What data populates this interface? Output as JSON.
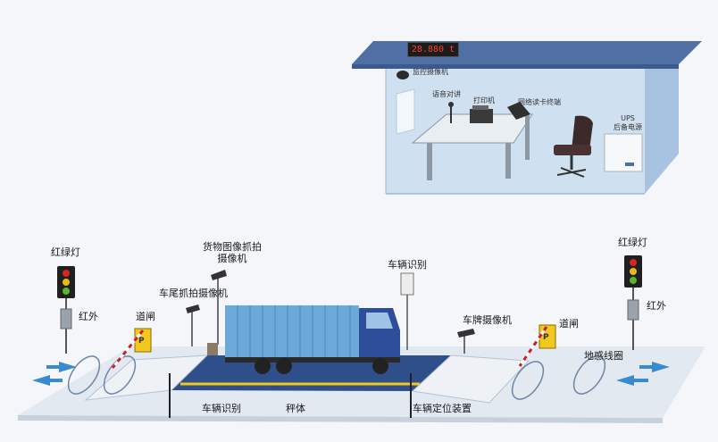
{
  "colors": {
    "background": "#f4f6f9",
    "building_wall": "#cfe0f0",
    "roof": "#4f6fa5",
    "scale_platform": "#2e4f8a",
    "ground": "#e3e9f1",
    "container": "#6aa9d8",
    "truck_cab": "#2d4f9a",
    "flow_arrow": "#3a8ad0",
    "barrier_stripe": "#c8202a",
    "light_red": "#d7261e",
    "light_yellow": "#e8b81c",
    "light_green": "#58b52c"
  },
  "display": {
    "value": "28.880 t"
  },
  "building": {
    "labels": {
      "camera": "监控摄像机",
      "voice": "语音对讲",
      "printer": "打印机",
      "reader": "网络读卡终端",
      "ups": "UPS\n后备电源"
    }
  },
  "field": {
    "left_light": "红绿灯",
    "left_infrared": "红外",
    "left_barrier": "道闸",
    "rear_camera": "车尾抓拍摄像机",
    "cargo_camera": "货物图像抓拍\n摄像机",
    "vehicle_recognition_top": "车辆识别",
    "plate_camera": "车牌摄像机",
    "right_light": "红绿灯",
    "right_infrared": "红外",
    "right_barrier": "道闸",
    "ground_coil": "地感线圈",
    "vehicle_recognition_bottom": "车辆识别",
    "scale_body": "秤体",
    "positioning_device": "车辆定位装置"
  }
}
